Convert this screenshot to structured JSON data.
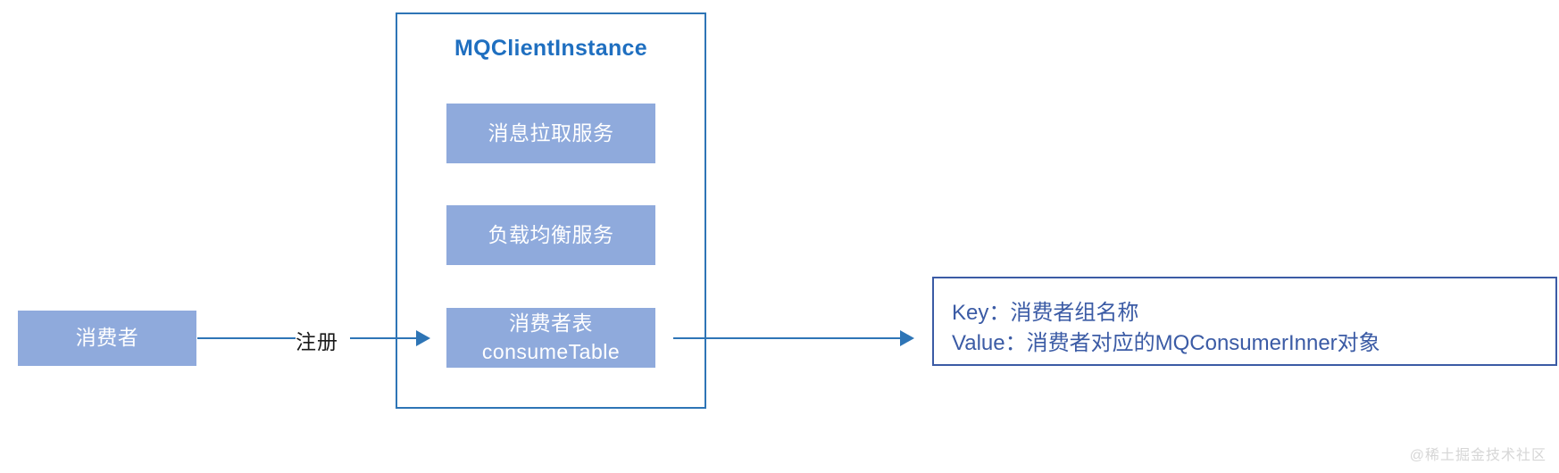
{
  "diagram": {
    "container": {
      "title": "MQClientInstance",
      "components": [
        {
          "label": "消息拉取服务"
        },
        {
          "label": "负载均衡服务"
        },
        {
          "label_line1": "消费者表",
          "label_line2": "consumeTable"
        }
      ]
    },
    "consumer": {
      "label": "消费者"
    },
    "edges": [
      {
        "label": "注册",
        "from": "消费者",
        "to": "消费者表 consumeTable"
      },
      {
        "label": "",
        "from": "消费者表 consumeTable",
        "to": "key-value-note"
      }
    ],
    "note": {
      "line1": "Key：消费者组名称",
      "line2": "Value：消费者对应的MQConsumerInner对象"
    },
    "watermark": "@稀土掘金技术社区",
    "colors": {
      "fill_blue": "#8FAADC",
      "border_blue": "#2E75B6",
      "title_blue": "#1F6FC0",
      "note_border": "#3B5BA5",
      "note_text": "#3B5BA5",
      "box_text": "#FFFFFF",
      "edge_label_text": "#1A1A1A",
      "watermark_text": "#D6D6D6",
      "background": "#FFFFFF"
    }
  }
}
